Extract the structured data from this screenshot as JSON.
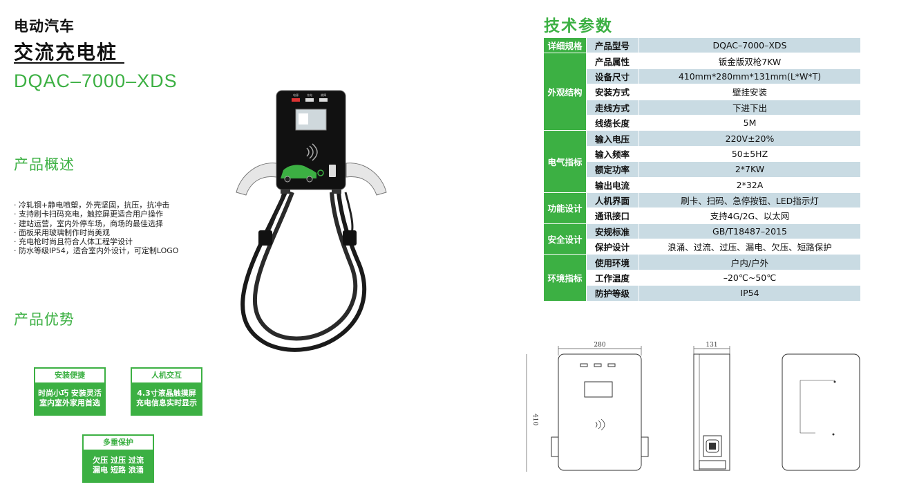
{
  "header": {
    "kicker": "电动汽车",
    "title": "交流充电桩",
    "model": "DQAC–7000–XDS"
  },
  "overview": {
    "title": "产品概述",
    "features": [
      "冷轧钢+静电喷塑，外壳坚固，抗压，抗冲击",
      "支持刷卡扫码充电，触控屏更适合用户操作",
      "建站运营，室内外停车场，商场的最佳选择",
      "面板采用玻璃制作时尚美观",
      "充电枪时尚且符合人体工程学设计",
      "防水等级IP54，适合室内外设计，可定制LOGO"
    ]
  },
  "advantages": {
    "title": "产品优势",
    "items": [
      {
        "head": "安装便捷",
        "line1": "时尚小巧 安装灵活",
        "line2": "室内室外家用首选"
      },
      {
        "head": "人机交互",
        "line1": "4.3寸液晶触摸屏",
        "line2": "充电信息实时显示"
      },
      {
        "head": "多重保护",
        "line1": "欠压 过压 过流",
        "line2": "漏电 短路 浪涌"
      }
    ]
  },
  "charger_panel": {
    "indicators": [
      "电源",
      "充电",
      "故障"
    ]
  },
  "spec": {
    "title": "技术参数",
    "rows": [
      {
        "group": "详细规格",
        "label": "产品型号",
        "value": "DQAC–7000–XDS"
      },
      {
        "group": "外观结构",
        "label": "产品属性",
        "value": "钣金版双枪7KW"
      },
      {
        "label": "设备尺寸",
        "value": "410mm*280mm*131mm(L*W*T)"
      },
      {
        "label": "安装方式",
        "value": "壁挂安装"
      },
      {
        "label": "走线方式",
        "value": "下进下出"
      },
      {
        "label": "线缆长度",
        "value": "5M"
      },
      {
        "group": "电气指标",
        "label": "输入电压",
        "value": "220V±20%"
      },
      {
        "label": "输入频率",
        "value": "50±5HZ"
      },
      {
        "label": "额定功率",
        "value": "2*7KW"
      },
      {
        "label": "输出电流",
        "value": "2*32A"
      },
      {
        "group": "功能设计",
        "label": "人机界面",
        "value": "刷卡、扫码、急停按钮、LED指示灯"
      },
      {
        "label": "通讯接口",
        "value": "支持4G/2G、以太网"
      },
      {
        "group": "安全设计",
        "label": "安规标准",
        "value": "GB/T18487–2015"
      },
      {
        "label": "保护设计",
        "value": "浪涌、过流、过压、漏电、欠压、短路保护"
      },
      {
        "group": "环境指标",
        "label": "使用环境",
        "value": "户内/户外"
      },
      {
        "label": "工作温度",
        "value": "–20℃~50℃"
      },
      {
        "label": "防护等级",
        "value": "IP54"
      }
    ]
  },
  "drawings": {
    "front_width": "280",
    "height": "410",
    "side_depth": "131"
  },
  "colors": {
    "brand_green": "#3cb043",
    "table_shade": "#c9dbe3"
  }
}
